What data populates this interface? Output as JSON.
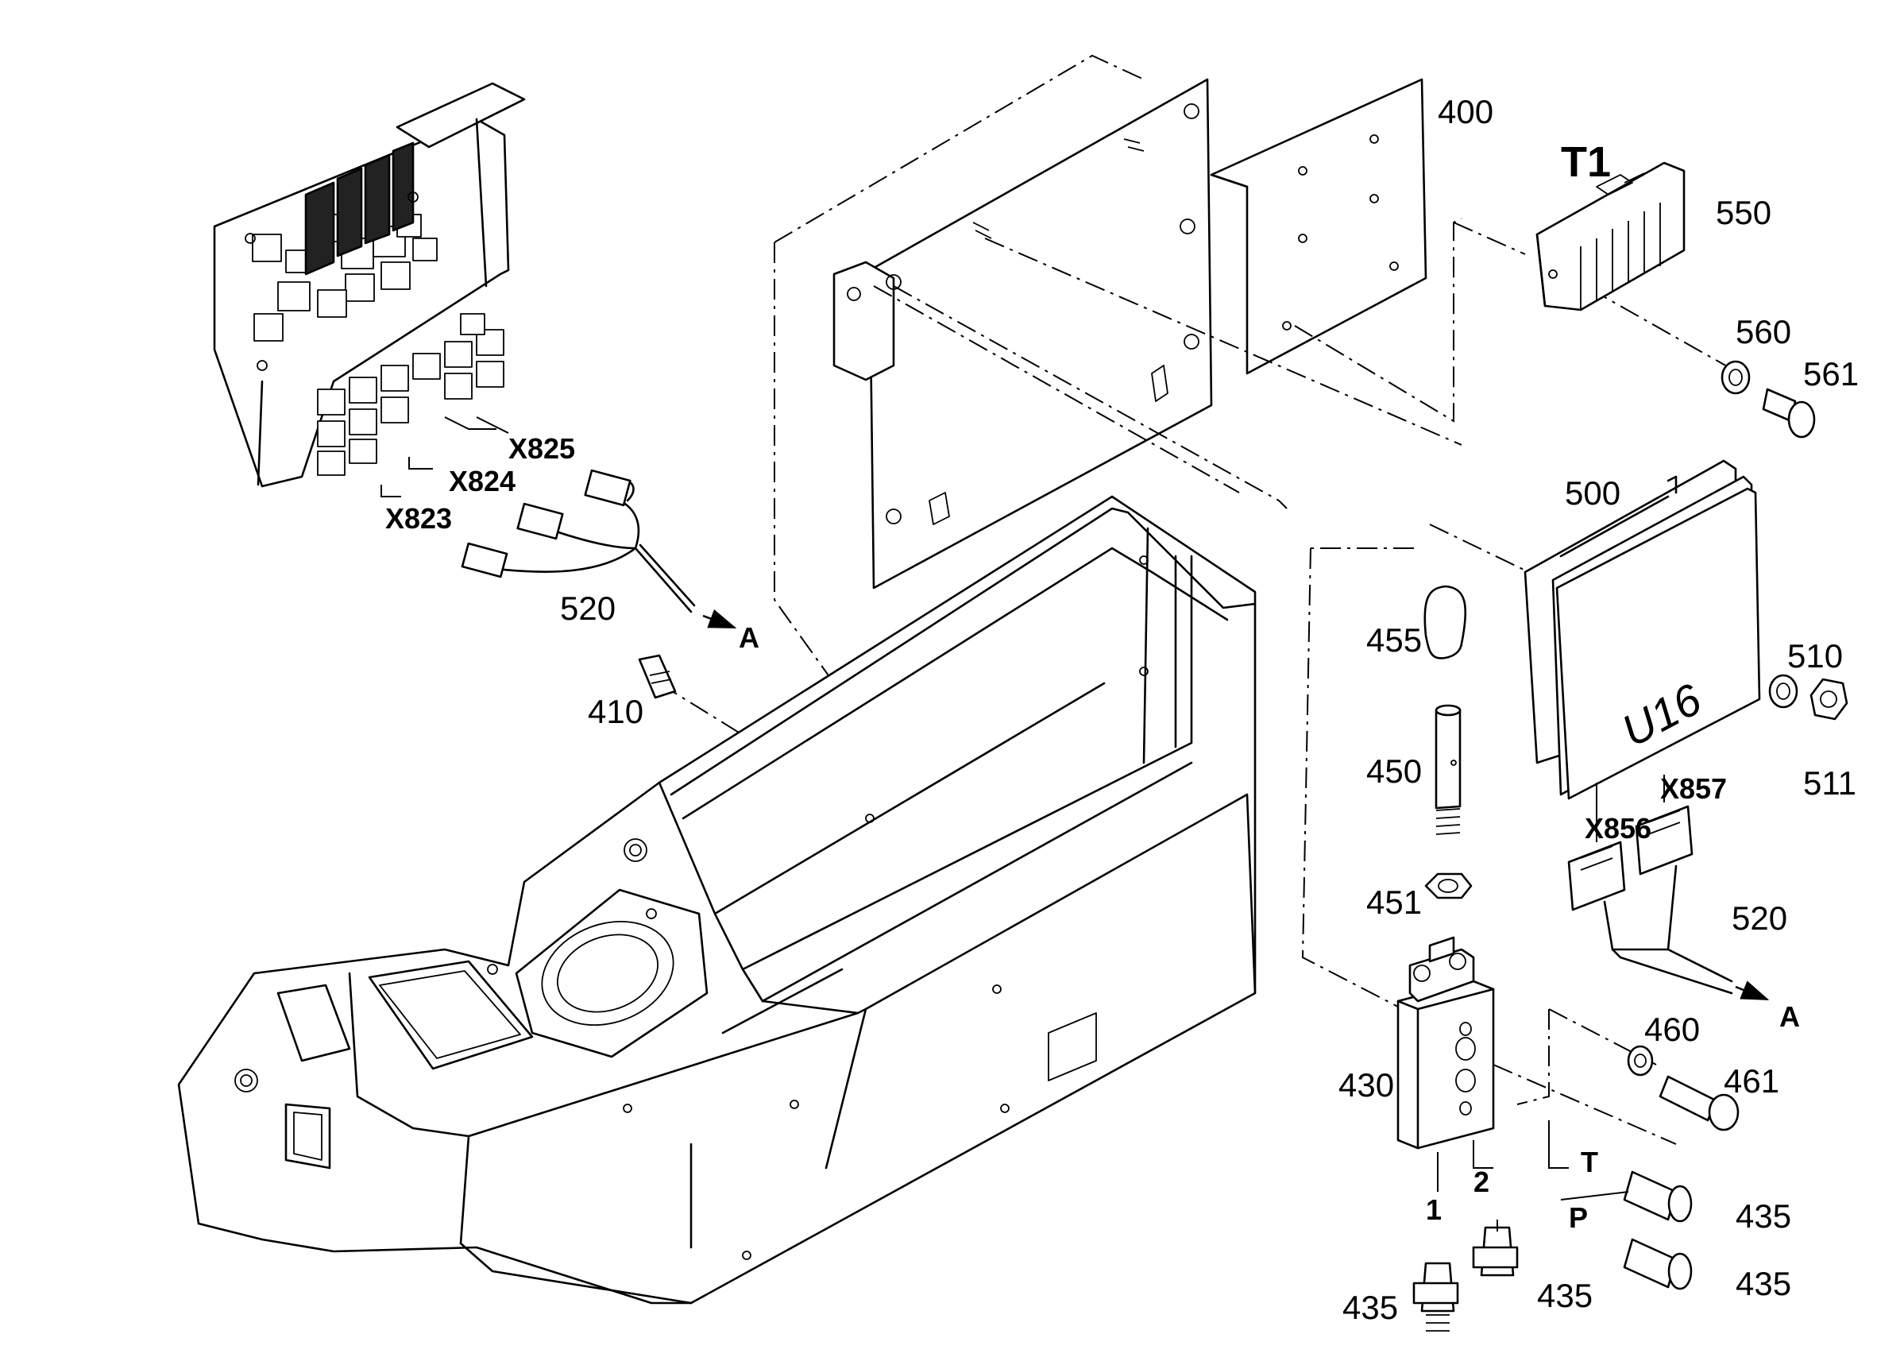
{
  "diagram": {
    "part_labels": {
      "p400": "400",
      "p410": "410",
      "p430": "430",
      "p435a": "435",
      "p435b": "435",
      "p435c": "435",
      "p435d": "435",
      "p450": "450",
      "p451": "451",
      "p455": "455",
      "p460": "460",
      "p461": "461",
      "p500": "500",
      "p510": "510",
      "p511": "511",
      "p520a": "520",
      "p520b": "520",
      "p550": "550",
      "p560": "560",
      "p561": "561"
    },
    "connector_labels": {
      "x823": "X823",
      "x824": "X824",
      "x825": "X825",
      "x856": "X856",
      "x857": "X857"
    },
    "module_labels": {
      "t1": "T1",
      "u16": "U16"
    },
    "port_labels": {
      "port1": "1",
      "port2": "2",
      "portT": "T",
      "portP": "P",
      "arrowA1": "A",
      "arrowA2": "A"
    }
  }
}
